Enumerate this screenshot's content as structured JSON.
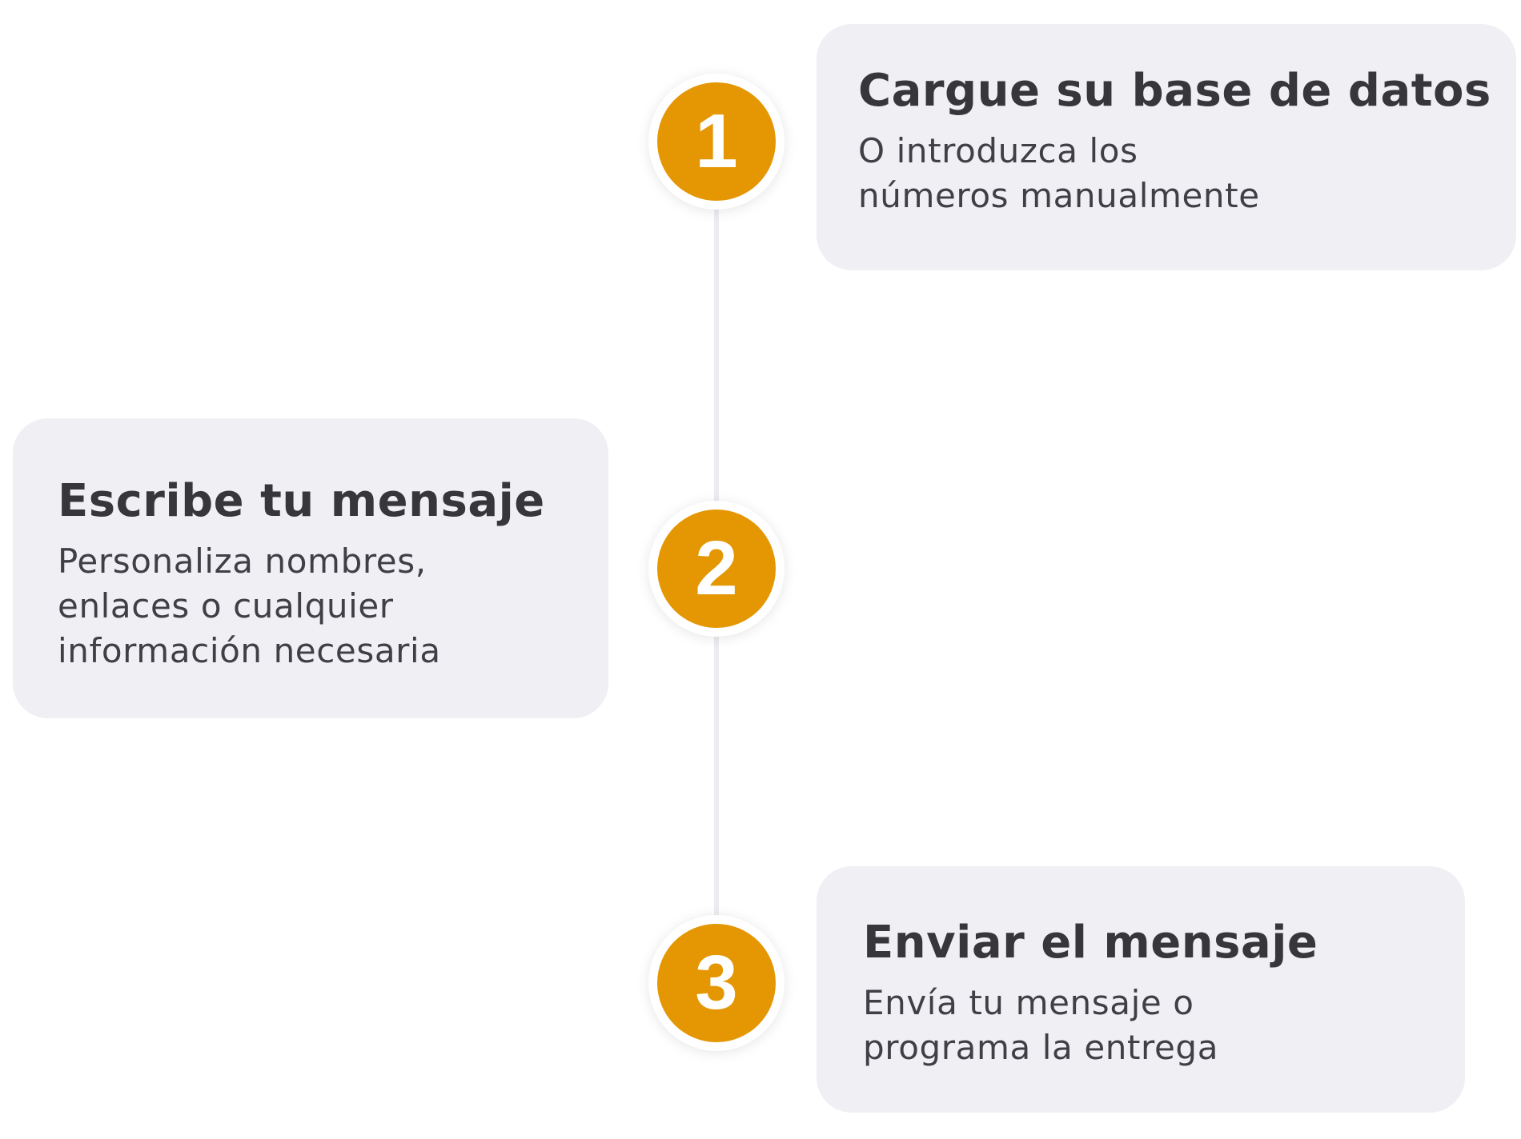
{
  "steps": [
    {
      "number": "1",
      "title": "Cargue su base de datos",
      "description_lines": [
        "O introduzca los",
        "números manualmente"
      ]
    },
    {
      "number": "2",
      "title": "Escribe tu mensaje",
      "description_lines": [
        "Personaliza nombres,",
        "enlaces o cualquier",
        "información necesaria"
      ]
    },
    {
      "number": "3",
      "title": "Enviar el mensaje",
      "description_lines": [
        "Envía tu mensaje o",
        "programa la entrega"
      ]
    }
  ],
  "colors": {
    "accent": "#e59703",
    "card_background": "#efeff4",
    "text": "#36363b",
    "timeline": "#ececf1"
  }
}
